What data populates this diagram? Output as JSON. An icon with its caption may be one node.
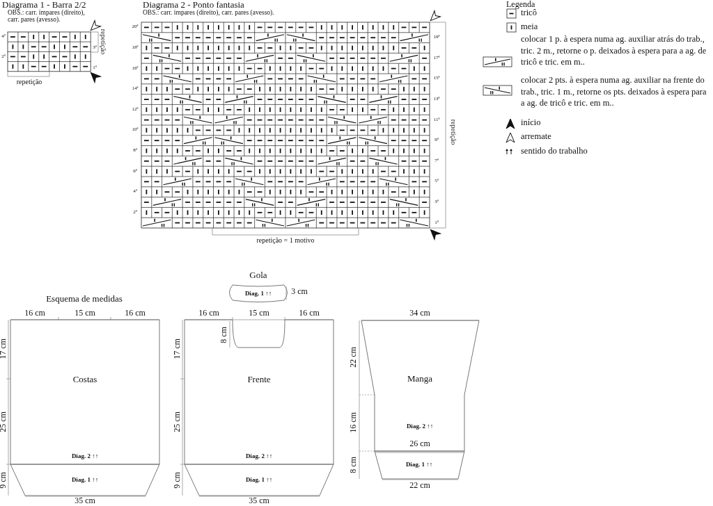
{
  "diagram": {
    "nodes": [
      {
        "text": [
          "Gola",
          "Diag. 1 ↑↑"
        ]
      },
      {
        "text": [
          "Costas",
          "Diag. 2 ↑↑"
        ]
      },
      {
        "text": [
          "Diag. 1 ↑↑"
        ]
      },
      {
        "text": [
          "Frente",
          "Diag. 2 ↑↑"
        ]
      },
      {
        "text": [
          "Diag. 1 ↑↑"
        ]
      },
      {
        "text": [
          "Manga",
          "Diag. 2 ↑↑"
        ]
      },
      {
        "text": [
          "Diag. 1 ↑↑"
        ]
      }
    ],
    "edges": [],
    "labels": [
      "Diagrama 1 - Barra 2/2",
      "OBS.: carr. impares (direito), carr. pares (avesso).",
      "4ª",
      "3ª",
      "2ª",
      "1ª",
      "repetição",
      "repetição",
      "Diagrama 2 - Ponto fantasia",
      "OBS.: carr. impares (direito), carr. pares (avesso).",
      "20ª",
      "19ª",
      "18ª",
      "17ª",
      "16ª",
      "15ª",
      "14ª",
      "13ª",
      "12ª",
      "11ª",
      "10ª",
      "9ª",
      "8ª",
      "7ª",
      "6ª",
      "5ª",
      "4ª",
      "3ª",
      "2ª",
      "1ª",
      "repetição",
      "repetição = 1 motivo",
      "Legenda",
      "Esquema de medidas",
      "3 cm",
      "16 cm",
      "15 cm",
      "16 cm",
      "16 cm",
      "15 cm",
      "16 cm",
      "34 cm",
      "8 cm",
      "17 cm",
      "25 cm",
      "9 cm",
      "17 cm",
      "25 cm",
      "9 cm",
      "22 cm",
      "16 cm",
      "26 cm",
      "8 cm",
      "35 cm",
      "35 cm",
      "22 cm"
    ],
    "legend": [
      {
        "text": "tricô"
      },
      {
        "text": "meia"
      },
      {
        "text": "colocar 1 p. à espera numa ag. auxiliar atrás do trab., tric. 2 m., retorne o p. deixados à espera para a ag. de tricô e tric. em m.."
      },
      {
        "text": "colocar 2 pts. à espera numa ag. auxiliar na frente do trab., tric. 1 m., retorne os pts. deixados à espera para a ag. de tricô e tric. em m.."
      },
      {
        "text": "início"
      },
      {
        "text": "arremate"
      },
      {
        "text": "sentido do trabalho"
      }
    ]
  }
}
